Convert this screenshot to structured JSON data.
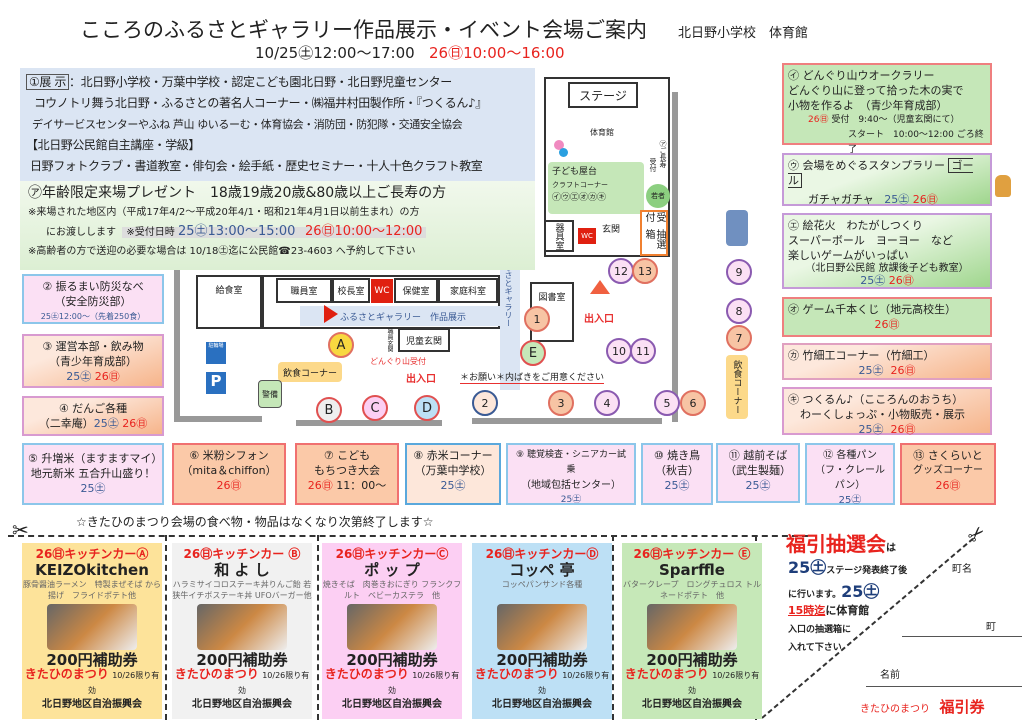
{
  "header": {
    "title": "こころのふるさとギャラリー作品展示・イベント会場ご案内",
    "venue": "北日野小学校　体育館",
    "date1": "10/25㊏12:00～17:00",
    "date2": "26㊐10:00～16:00"
  },
  "exhibit": {
    "label": "①展 示",
    "lines": [
      "：北日野小学校・万葉中学校・認定こども園北日野・北日野児童センター",
      "コウノトリ舞う北日野・ふるさとの著名人コーナー・㈱福井村田製作所・『つくるん♪』",
      "デイサービスセンターやふね 芦山 ゆいるーむ・体育協会・消防団・防犯隊・交通安全協会",
      "【北日野公民館自主講座・学級】",
      "日野フォトクラブ・書道教室・俳句会・絵手紙・歴史セミナー・十人十色クラフト教室"
    ]
  },
  "present": {
    "title": "㋐年齢限定来場プレゼント　18歳19歳20歳&80歳以上ご長寿の方",
    "line1": "※来場された地区内（平成17年4/2～平成20年4/1・昭和21年4月1日以前生まれ）の方",
    "line2a": "にお渡しします",
    "line2b": "※受付日時",
    "d25": "25㊏13:00～15:00",
    "d26": "26㊐10:00～12:00",
    "line3": "※高齢者の方で送迎の必要な場合は 10/18㊏迄に公民館☎23-4603 へ予約して下さい"
  },
  "left_boxes": [
    {
      "t": "② 振るまい防災なべ",
      "s": "（安全防災部）",
      "d": "25㊏12:00～（先着250食）"
    },
    {
      "t": "③ 運営本部・飲み物",
      "s": "（青少年育成部）",
      "d25": "25㊏",
      "d26": "26㊐"
    },
    {
      "t": "④ だんご各種",
      "s": "（二幸庵）",
      "d25": "25㊏",
      "d26": "26㊐"
    },
    {
      "t": "⑤ 升増米（ますますマイ）",
      "s": "地元新米 五合升山盛り！",
      "d25": "25㊏"
    }
  ],
  "bottom_boxes": [
    {
      "t": "⑥ 米粉シフォン",
      "s": "（mita＆chiffon）",
      "d26": "26㊐"
    },
    {
      "t": "⑦ こども",
      "s": "もちつき大会",
      "d26": "26㊐",
      "x": "11：00～"
    },
    {
      "t": "⑧ 赤米コーナー",
      "s": "（万葉中学校）",
      "d25": "25㊏"
    },
    {
      "t": "⑨ 聴覚検査・シニアカー試乗",
      "s": "（地域包括センター）",
      "d25": "25㊏"
    },
    {
      "t": "⑩ 焼き鳥",
      "s": "（秋吉）",
      "d25": "25㊏"
    },
    {
      "t": "⑪ 越前そば",
      "s": "（武生製麺）",
      "d25": "25㊏"
    },
    {
      "t": "⑫ 各種パン",
      "s": "（フ・クレールパン）",
      "d25": "25㊏"
    },
    {
      "t": "⑬ さくらいと",
      "s": "グッズコーナー",
      "d26": "26㊐"
    }
  ],
  "right_boxes": [
    {
      "l1": "㋑ どんぐり山ウオークラリー",
      "l2": "どんぐり山に登って拾った木の実で",
      "l3": "小物を作るよ　（青少年育成部）",
      "d26": "26㊐",
      "l4": "受付　9:40～（児童玄関にて）",
      "l5": "スタート　10:00～12:00 ごろ終了"
    },
    {
      "l1": "㋒ 会場をめぐるスタンプラリー",
      "goal": "ゴール",
      "l2": "ガチャガチャ",
      "d25": "25㊏",
      "d26": "26㊐"
    },
    {
      "l1": "㋓ 絵花火　わたがしつくり",
      "l2": "スーパーボール　ヨーヨー　など",
      "l3": "楽しいゲームがいっぱい",
      "l4": "（北日野公民館 放課後子ども教室）",
      "d25": "25㊏",
      "d26": "26㊐"
    },
    {
      "l1": "㋔ ゲーム千本くじ（地元高校生）",
      "d26": "26㊐"
    },
    {
      "l1": "㋕ 竹細工コーナー（竹細工）",
      "d25": "25㊏",
      "d26": "26㊐"
    },
    {
      "l1": "㋖ つくるん♪（こころんのおうち）",
      "l2": "わーくしょっぷ・小物販売・展示",
      "d25": "25㊏",
      "d26": "26㊐"
    }
  ],
  "map": {
    "stage": "ステージ",
    "gym": "体育館",
    "kids": "子ども屋台",
    "craft": "クラフトコーナー",
    "kids_codes": "㋑㋒㋓㋔㋕㋖",
    "reception_a": "㋐ご長寿",
    "reception_b": "受付",
    "reception_c": "若者",
    "lottery_box": "抽選箱",
    "lottery_recv": "受付",
    "equipment": "器具室",
    "wc": "WC",
    "entrance": "玄関",
    "gallery_vertical": "ふるさとギャラリー",
    "library": "図書室",
    "exit": "出入口",
    "lunch": "給食室",
    "staff": "職員室",
    "principal": "校長室",
    "nurse": "保健室",
    "home_ec": "家庭科室",
    "gallery": "ふるさとギャラリー　作品展示",
    "shoe": "職員玄関",
    "kids_entrance": "児童玄関",
    "dongurireg": "どんぐり山受付",
    "food_corner": "飲食コーナー",
    "food_corner_v": "飲食コーナー",
    "guard": "警備",
    "bike": "駐輪場",
    "parking": "P",
    "notice": "＊お願い＊内ばきをご用意ください",
    "circles": [
      "1",
      "2",
      "3",
      "4",
      "5",
      "6",
      "7",
      "8",
      "9",
      "10",
      "11",
      "12",
      "13"
    ],
    "cars": [
      "A",
      "B",
      "C",
      "D",
      "E"
    ]
  },
  "notice": "☆きたひのまつり会場の食べ物・物品はなくなり次第終了します☆",
  "coupons": [
    {
      "hd": "26㊐キッチンカーⒶ",
      "nm": "KEIZOkitchen",
      "ds": "豚骨醤油ラーメン　特製まぜそば から揚げ　フライドポテト他",
      "bg": "#fde39a"
    },
    {
      "hd": "26㊐キッチンカー Ⓑ",
      "nm": "和 よ し",
      "ds": "ハラミサイコロステーキ丼りんご飴 若狭牛イチボステーキ丼 UFOバーガー他",
      "bg": "#f1f1f1"
    },
    {
      "hd": "26㊐キッチンカーⒸ",
      "nm": "ポ ッ プ",
      "ds": "焼きそば　肉巻きおにぎり フランクフルト　ベビーカステラ　他",
      "bg": "#fccff3"
    },
    {
      "hd": "26㊐キッチンカーⒹ",
      "nm": "コッペ 亭",
      "ds": "コッペパンサンド各種",
      "bg": "#bde0f5"
    },
    {
      "hd": "26㊐キッチンカー Ⓔ",
      "nm": "Sparffle",
      "ds": "バタークレープ　ロングチュロス トルネードポテト　他",
      "bg": "#c6e8b8"
    }
  ],
  "coupon_common": {
    "amount": "200円補助券",
    "fest": "きたひのまつり",
    "valid": "10/26限り有効",
    "org": "北日野地区自治振興会"
  },
  "lottery": {
    "title": "福引抽選会",
    "ha": "は",
    "l1a": "25㊏",
    "l1b": "ステージ発表終了後",
    "l2a": "に行います。",
    "l2b": "25㊏",
    "l3a": "15時迄",
    "l3b": "に体育館",
    "l4": "入口の抽選箱に",
    "l5": "入れて下さい",
    "town_name": "町名",
    "town": "町",
    "name": "名前",
    "fest": "きたひのまつり",
    "ticket": "福引券"
  }
}
